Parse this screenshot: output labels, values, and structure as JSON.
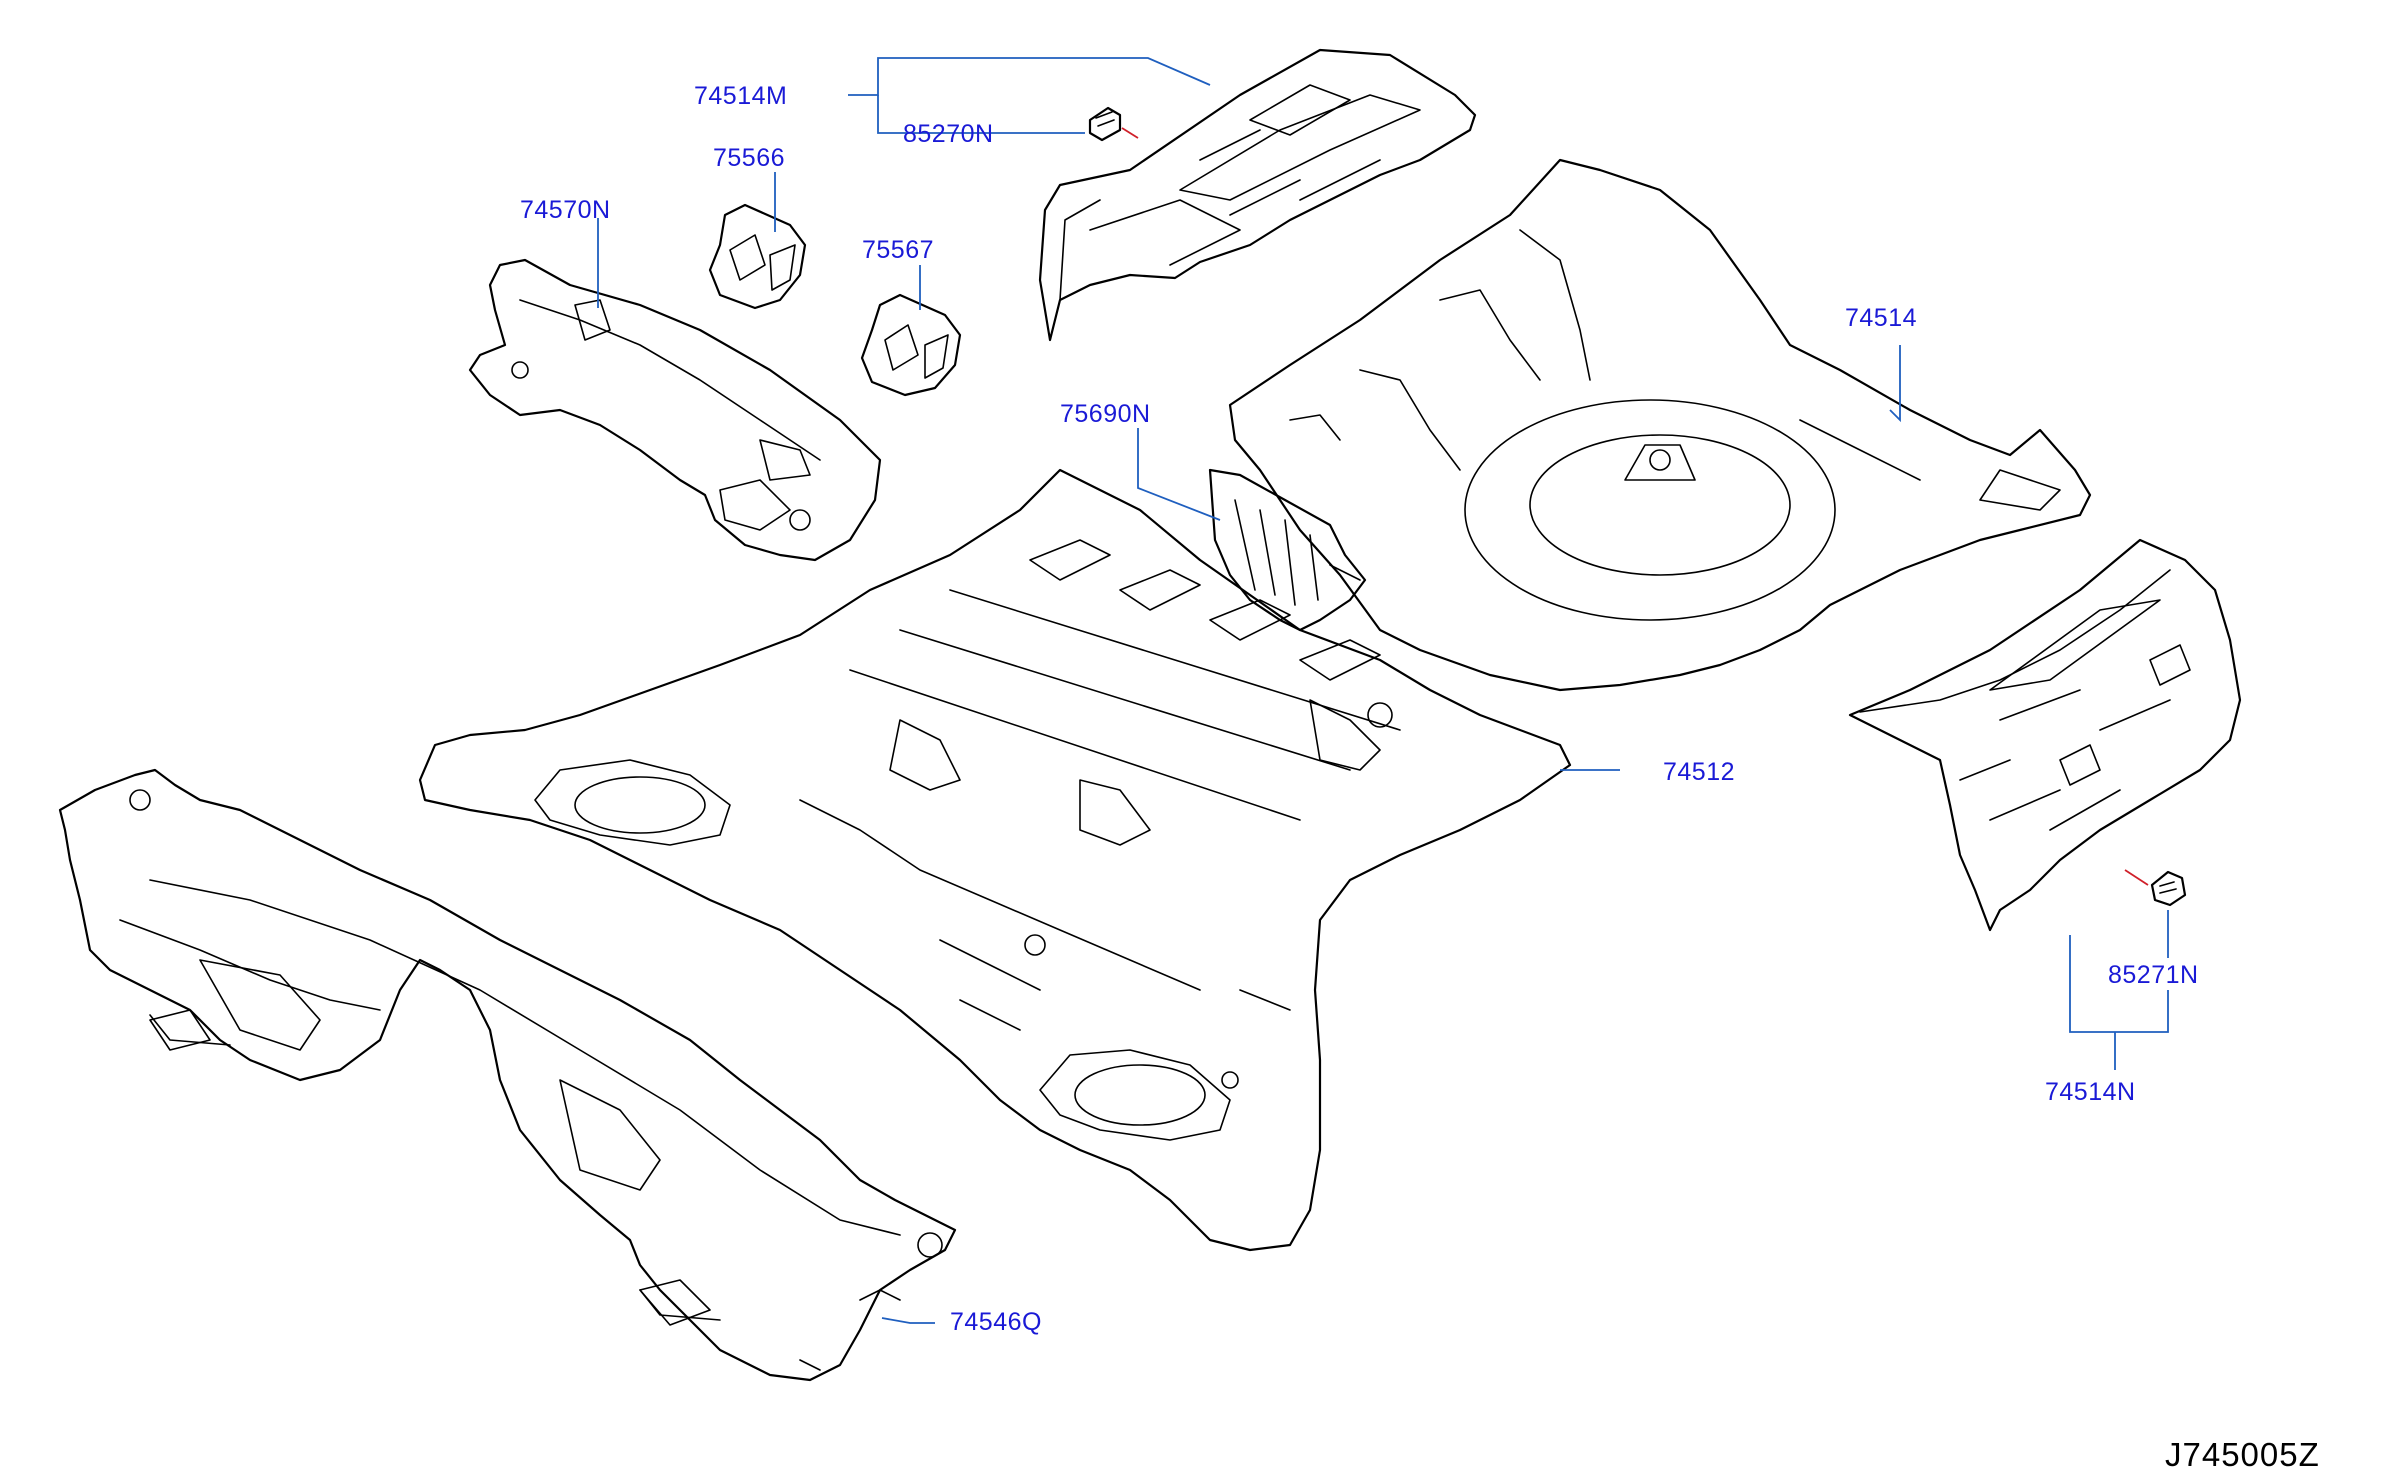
{
  "labels": {
    "p74514M": "74514M",
    "p85270N": "85270N",
    "p75566": "75566",
    "p74570N": "74570N",
    "p75567": "75567",
    "p74514": "74514",
    "p75690N": "75690N",
    "p74512": "74512",
    "p85271N": "85271N",
    "p74514N": "74514N",
    "p74546Q": "74546Q"
  },
  "diagram_code": "J745005Z",
  "colors": {
    "label": "#1a1ad6",
    "leader": "#1f5fbf",
    "outline": "#000000",
    "marker": "#d0202a"
  }
}
